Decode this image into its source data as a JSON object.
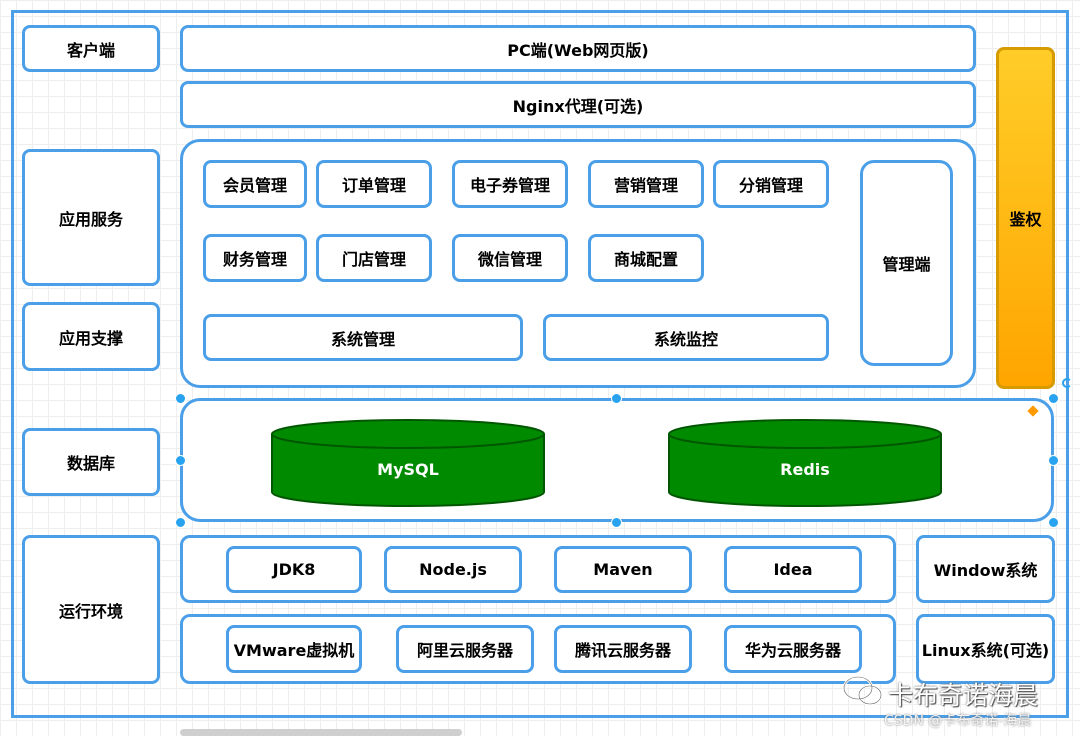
{
  "layers": {
    "client": "客户端",
    "app_service": "应用服务",
    "app_support": "应用支撑",
    "database": "数据库",
    "runtime": "运行环境"
  },
  "client": {
    "pc": "PC端(Web网页版)",
    "nginx": "Nginx代理(可选)"
  },
  "modules": {
    "member": "会员管理",
    "order": "订单管理",
    "coupon": "电子券管理",
    "marketing": "营销管理",
    "distribution": "分销管理",
    "finance": "财务管理",
    "store": "门店管理",
    "wechat": "微信管理",
    "mall": "商城配置",
    "system_manage": "系统管理",
    "system_monitor": "系统监控",
    "admin": "管理端"
  },
  "auth": "鉴权",
  "databases": {
    "mysql": "MySQL",
    "redis": "Redis"
  },
  "runtime": {
    "jdk": "JDK8",
    "node": "Node.js",
    "maven": "Maven",
    "idea": "Idea",
    "vmware": "VMware虚拟机",
    "aliyun": "阿里云服务器",
    "tencent": "腾讯云服务器",
    "huawei": "华为云服务器",
    "windows": "Window系统",
    "linux": "Linux系统(可选)"
  },
  "watermark": {
    "brand": "卡布奇诺海晨",
    "csdn": "CSDN @卡布奇诺-海晨"
  },
  "colors": {
    "border": "#4a9fe8",
    "cylinder": "#008a00",
    "auth": "#ffb31a"
  }
}
